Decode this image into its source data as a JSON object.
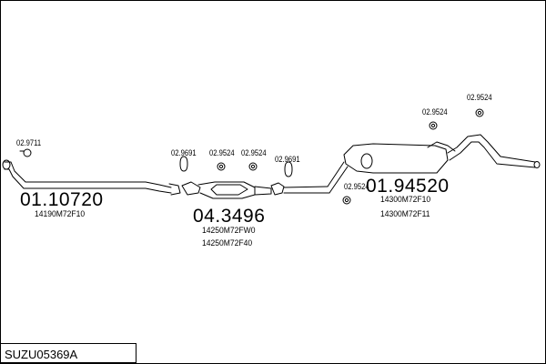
{
  "diagram": {
    "code": "SUZU05369A",
    "assemblies": {
      "front_pipe": {
        "number": "01.10720",
        "oem": [
          "14190M72F10"
        ]
      },
      "catalyst": {
        "number": "04.3496",
        "oem": [
          "14250M72FW0",
          "14250M72F40"
        ]
      },
      "rear_silencer": {
        "number": "01.94520",
        "oem": [
          "14300M72F10",
          "14300M72F11"
        ]
      }
    },
    "parts": {
      "p1": "02.9711",
      "p2": "02.9691",
      "p3": "02.9524",
      "p4": "02.9524",
      "p5": "02.9691",
      "p6": "02.9524",
      "p7": "02.9524",
      "p8": "02.9524"
    }
  }
}
